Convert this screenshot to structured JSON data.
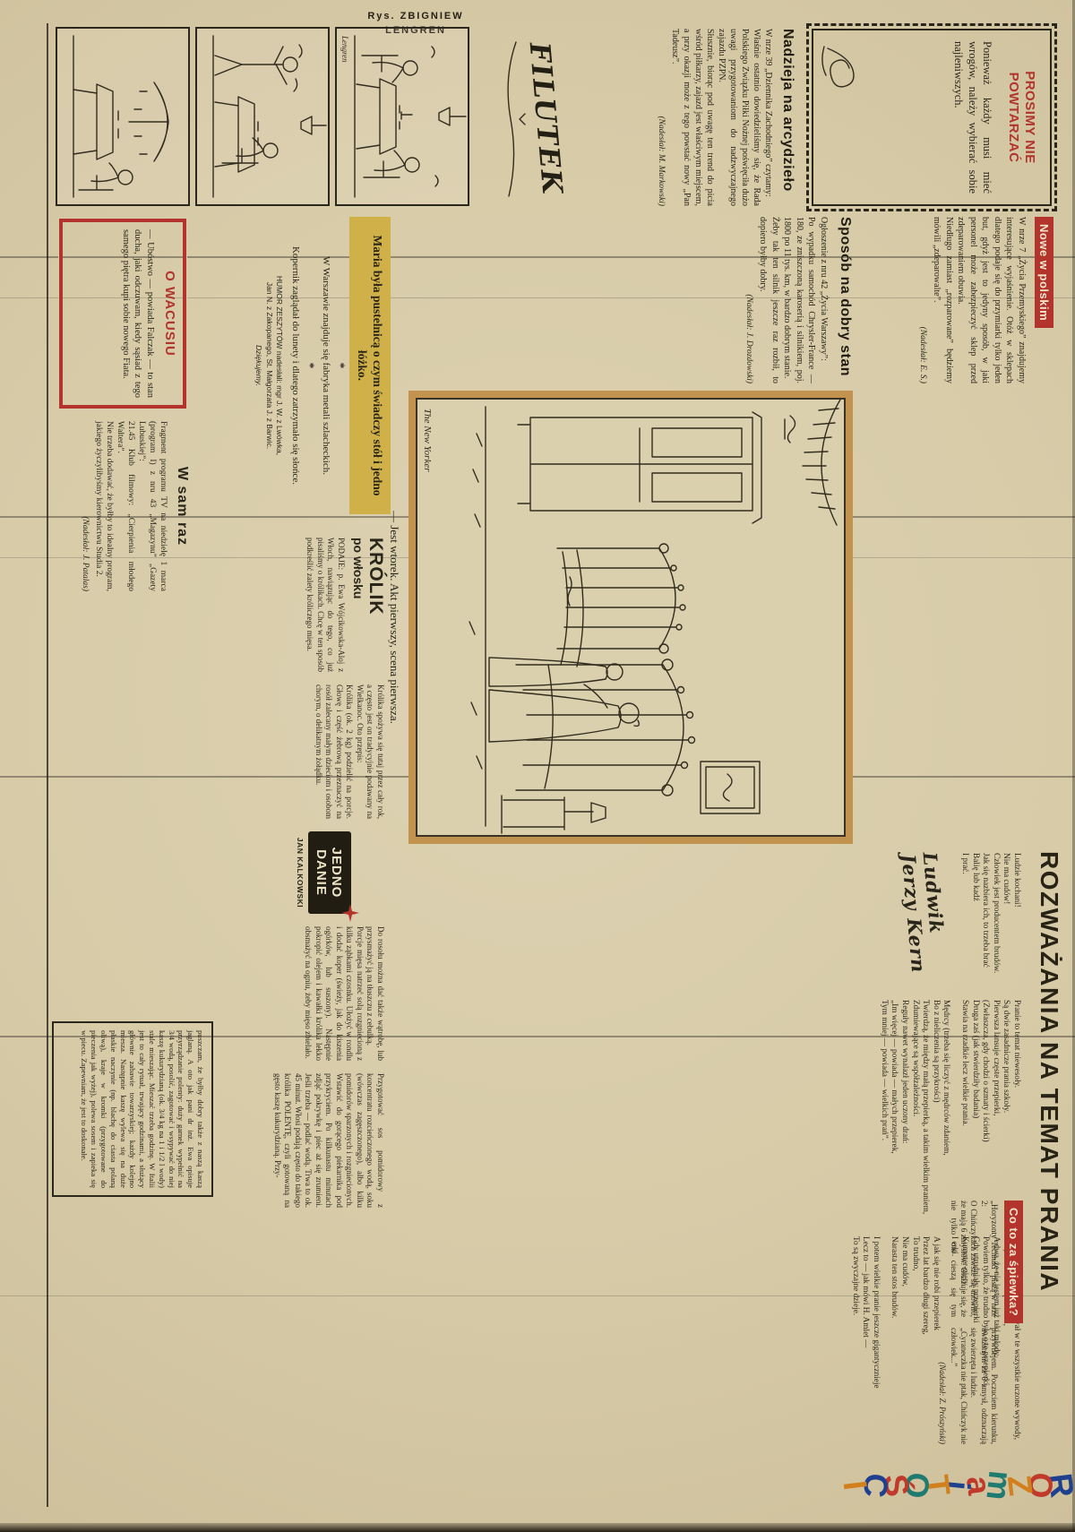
{
  "page_credit": "Rys. ZBIGNIEW LENGREN",
  "masthead": {
    "letters": [
      "R",
      "O",
      "Z",
      "m",
      "a",
      "i",
      "T",
      "O",
      "Ś",
      "C",
      "I"
    ]
  },
  "notice": {
    "title": "PROSIMY NIE\nPOWTARZAĆ",
    "body": "Ponieważ każdy musi mieć wrogów, należy wybierać sobie najleniwszych."
  },
  "nadzieja": {
    "title": "Nadzieja na arcydzieło",
    "body": "W nrze 39 „Dziennika Zachodniego” czytamy:\nWłaśnie ostatnio dowiedzieliśmy się, że Rada Polskiego Związku Piłki Nożnej poświęciła dużo uwagi przygotowaniom do nadzwyczajnego zajazdu PZPN.\nSłusznie, biorąc pod uwagę ten trend do picia wśród piłkarzy, zajazd jest właściwym miejscem, a przy okazji może z tego powstać nowy „Pan Tadeusz”.",
    "credit": "(Nadesłał: M. Markowski)"
  },
  "filutek": {
    "logo": "FILUTEK"
  },
  "comic": {
    "signature": "Lengren"
  },
  "nowe": {
    "title": "Nowe w polskim",
    "body": "W nrze 7 „Życia Przemyskiego” znajdujemy interesujące wyjaśnienie. Otóż w sklepach dlatego podaje się do przymiarki tylko jeden but, gdyż jest to jedyny sposób, w jaki personel może zabezpieczyć sklep przed zdeparowaniem obuwia.\nNiedługo zamiast „rozparowane” będziemy mówili „zdeparowalte”.",
    "credit": "(Nadesłał: E. S.)"
  },
  "sposob": {
    "title": "Sposób na dobry stan",
    "body": "Ogłoszenie z nru 42 „Życia Warszawy”:\nPo wypadku samochód Chrysler-France — 180, ze zniszczoną karoserią i silnikiem, poj. 1800 po 11 tys. km, w bardzo dobrym stanie.\nŻeby tak ten silnik jeszcze raz rozbił, to dopiero byłby dobry.",
    "credit": "(Nadesłał: J. Drozdowski)"
  },
  "humor": {
    "quote": "Maria była pustelnicą o czym świadczy stół i jedno łóżko.",
    "star": "*",
    "item2": "W Warszawie znajduje się fabryka metali szlacheckich.",
    "item3": "Kopernik zaglądał do lunety i dlatego zatrzymało się słońce.",
    "credit": "HUMOR ZESZYTÓW nadesłali: mgr J. W. z Lwówka,\nJan N. z Zakopanego, St. Małgorzata J. z Barwic.",
    "thanks": "Dziękujemy."
  },
  "wacus": {
    "title": "O WACUSIU",
    "body": "— Ubóstwo — powiada Falczak — to stan ducha, jaki odczuwam, kiedy sąsiad z tego samego piętra kupi sobie nowego Fiata."
  },
  "wsamraz": {
    "title": "W sam raz",
    "body": "Fragment programu TV na niedzielę 1 marca (program I) z nru 43 „Magazynu” „Gazety Lubuskiej”:\n21.45 Klub filmowy: „Cierpienia młodego Waltera”.\nNie trzeba dodawać, że byłby to idealny program, jakiego życzylibyśmy kierownictwu Studia 2.",
    "credit": "(Nadesłał: J. Patalas)"
  },
  "recipe": {
    "title": "KRÓLIK",
    "subtitle": "po włosku",
    "cols": [
      "PODAJE: p. Ewa Wójcikowska-Aloj z Włoch, nawiązując do tego, co już pisaliśmy o królikach. Chcę w ten sposób podkreślić zalety króliczego mięsa.",
      "Królika spożywa się tutaj przez cały rok, a często jest on tradycyjnie podawany na Wielkanoc. Oto przepis:\nKrólika (ok. 2 kg) podzielić na porcje. Głowę i część żebrową przeznaczyć na rosół zalecany małym dzieciom i osobom chorym, o delikatnym żołądku.",
      "Do rosołu można dać także wątrobę, lub przysmażyć ją na tłuszczu z cebulką.\nPorcje mięsa natrzeć solą rozgniecioną z kilku ząbkami czosnku. Ułożyć w rondlu i dodać koper (świeży, jak do kiszenia ogórków, lub suszony). Następnie pokropić olejem i kawałki królika lekko obsmażyć na ogniu, żeby mięso zbielało.",
      "Przygotować sos pomidorowy z koncentratu rozcieńczonego wodą, soku (wówczas zagęszczonego), albo kilku pomidorów sparzonych i rozgniecionych. Wstawić do gorącego piekarnika pod przykryciem. Po kilkunastu minutach zdjąć pokrywkę i piec aż się zrumieni. Jeśli trzeba — podlać wodą. Trwa to ok. 45 minut. Włosi podają często do takiego królika POLENTĘ, czyli gotowaną na gęsto kaszę kukurydzianą. Przy-"
    ],
    "logo": {
      "line1": "JEDNO",
      "line2": "DANIE",
      "author": "JAN KALKOWSKI"
    },
    "continuation": "puszczam, że byłby dobry także z naszą kaszą jaglaną. A oto jak pani dr inż. Ewa opisuje przyrządzanie polenty: duży garnek wypełnić na 3/4 wodą, posolić, zagotować i wsypywać do niej kaszę kukurydzianą (ok. 3/4 kg na 1 i 1/2 l wody) stale mieszając. Mieszać trzeba godzinę. W Italii jest to cały rytuał, trwający godzinami, a służący głównie zabawie towarzyskiej; każdy kolejno miesza. Następnie kaszę wylewa się na duże płaskie naczynie (np. blachę do ciasta polaną oliwą), kraje w kromki (przygotowane do pieczenia jak wyżej), polewa sosem i zapieka się w piecu. Zapewniam, że jest to doskonałe."
  },
  "cartoon": {
    "credit": "The New Yorker",
    "caption": "— Jest wtorek. Akt pierwszy, scena pierwsza."
  },
  "poem": {
    "byline": "Ludwik Jerzy Kern",
    "title": "ROZWAŻANIA NA TEMAT PRANIA",
    "stanzas": [
      "Ludzie kochani!\nNie ma cudów!\nCzłowiek jest producentem brudów.\nJak się nazbiera ich, to trzeba brać\nBalię lub kadź\nI prać.",
      "Pranie to temat niewesoły.\nSą dwie zasadnicze prania szkoły.\nPierwsza lansuje częste przepierki,\n(Zwłaszcza, gdy chodzi o szmaty i ścierki)\nDruga zaś (jak stwierdziły badania)\nStawia na rzadkie lecz wielkie prania.",
      "Mędrcy (trzeba się liczyć z mędrców zdaniem,\nBo z nieliczenia są przykrości)\nTwierdzą, że między małą przepierką, a takim wielkim praniem,\nZdumiewające są współzależności.\nReguły nawet wynalazł jeden uczony drań:\n„Im więcej — powiada — małych przepierek,\nTym mniej — powiada — wielkich prań”.",
      "Nie będę się sam angażował w te wszystkie uczone wywody,\nRaz, że mam żonę i dzieci,\nA dwa, że nie jestem już taki młody.\nPowiem tylko, że trudno było o te przepierki,\nGdy utrudniały przepierki\nKumoter-gięty\nI erki.",
      "A jak się nie robi przepierek\nPrzez lat bardzo długi szereg,\nTo trudno,\nNie ma cudów,\nNarasta ten stos brudów.",
      "I potem wielkie pranie jeszcze gigantycznieje\nLecz to — jak mówi H. Amlet —\nTo są zwyczajne dzieje."
    ]
  },
  "spiewka": {
    "title": "Co to za śpiewka?",
    "body": "„Horyzonty Techniki” piszą w nrze 2:\nO Chińczykach zawsze się mówiło, że mają 6 zmysłów. Okazuje się, że nie tylko oni cieszą się tym przywilejem. Poczuciem kierunku, uważanym za 6 zmysł, odznaczają się zwierzęta i ludzie.\n„Cyraneczka nie ptak, Chińczyk nie człowiek...”",
    "credit": "(Nadesłał: Z. Prószyński)"
  },
  "colors": {
    "paper": "#d8cdae",
    "ink": "#2a251b",
    "accent_red": "#b3342c",
    "highlight_yellow": "#d0b149",
    "cartoon_frame": "#c2934e"
  }
}
